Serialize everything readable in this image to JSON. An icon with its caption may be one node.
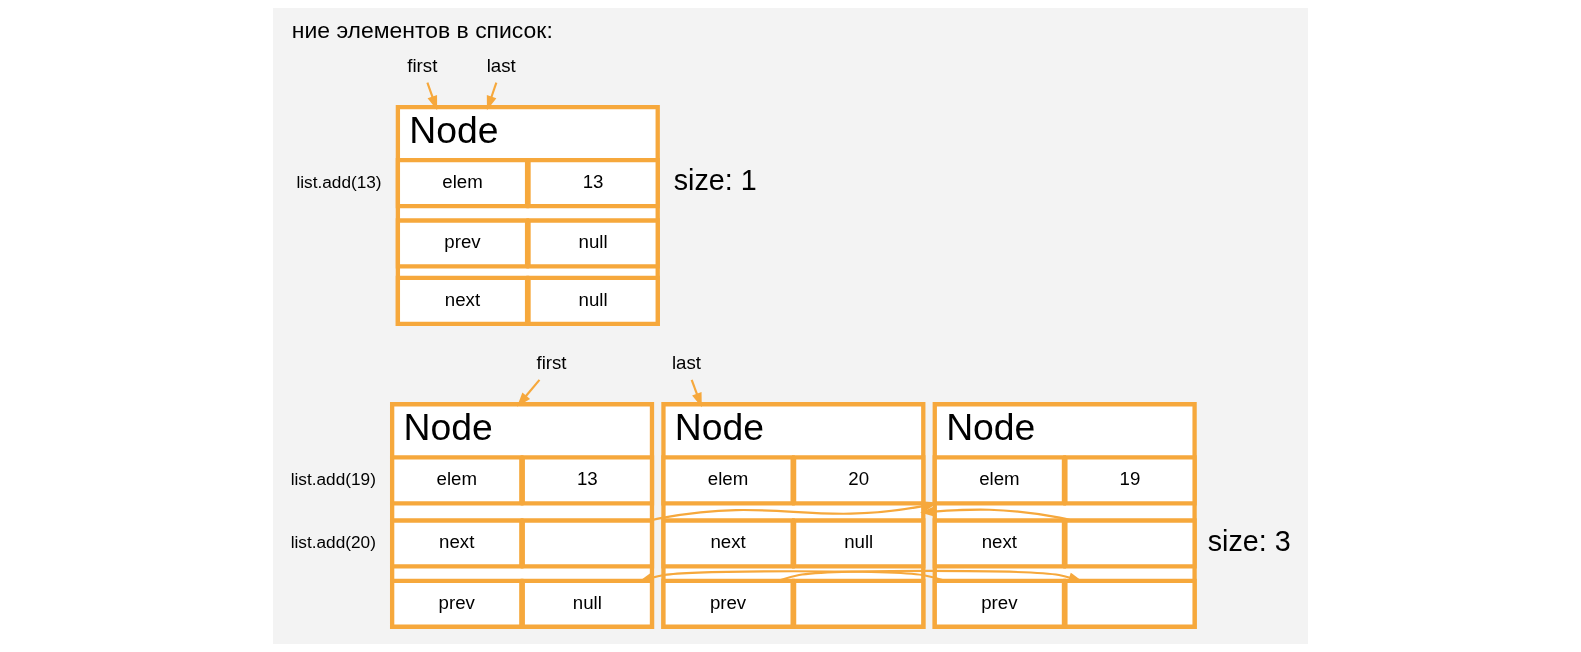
{
  "diagram": {
    "title": "ние элементов в список:",
    "nodes": [
      {
        "text": [
          "first"
        ]
      },
      {
        "text": [
          "last"
        ]
      },
      {
        "text": [
          "Node"
        ]
      },
      {
        "text": [
          "elem"
        ],
        "in": 2
      },
      {
        "text": [
          "13"
        ],
        "in": 2
      },
      {
        "text": [
          "prev"
        ],
        "in": 2
      },
      {
        "text": [
          "null"
        ],
        "in": 2
      },
      {
        "text": [
          "next"
        ],
        "in": 2
      },
      {
        "text": [
          "null"
        ],
        "in": 2
      },
      {
        "text": [
          "first"
        ]
      },
      {
        "text": [
          "last"
        ]
      },
      {
        "text": [
          "Node"
        ]
      },
      {
        "text": [
          "elem"
        ],
        "in": 11
      },
      {
        "text": [
          "13"
        ],
        "in": 11
      },
      {
        "text": [
          "next"
        ],
        "in": 11
      },
      {
        "text": [],
        "shape": "box",
        "in": 11
      },
      {
        "text": [
          "prev"
        ],
        "in": 11
      },
      {
        "text": [
          "null"
        ],
        "in": 11
      },
      {
        "text": [
          "Node"
        ]
      },
      {
        "text": [
          "elem"
        ],
        "in": 18
      },
      {
        "text": [
          "19"
        ],
        "in": 18
      },
      {
        "text": [
          "next"
        ],
        "in": 18
      },
      {
        "text": [],
        "shape": "box",
        "in": 18
      },
      {
        "text": [
          "prev"
        ],
        "in": 18
      },
      {
        "text": [],
        "shape": "box",
        "in": 18
      },
      {
        "text": [
          "Node"
        ]
      },
      {
        "text": [
          "elem"
        ],
        "in": 25
      },
      {
        "text": [
          "20"
        ],
        "in": 25
      },
      {
        "text": [
          "next"
        ],
        "in": 25
      },
      {
        "text": [
          "null"
        ],
        "in": 25
      },
      {
        "text": [
          "prev"
        ],
        "in": 25
      },
      {
        "text": [],
        "shape": "box",
        "in": 25
      }
    ],
    "edges": [
      {
        "from": 0,
        "to": 2,
        "arrow": "to"
      },
      {
        "from": 1,
        "to": 2,
        "arrow": "to"
      },
      {
        "from": 9,
        "to": 11,
        "arrow": "to"
      },
      {
        "from": 10,
        "to": 25,
        "arrow": "to"
      },
      {
        "from": 15,
        "to": 18,
        "arrow": "to"
      },
      {
        "from": 22,
        "to": 25,
        "arrow": "to"
      },
      {
        "from": 23,
        "to": 17,
        "arrow": "to"
      },
      {
        "from": 30,
        "to": 24,
        "arrow": "to"
      }
    ],
    "labels": [
      "list.add(13)",
      "size: 1",
      "list.add(19)",
      "list.add(20)",
      "size: 3"
    ]
  }
}
